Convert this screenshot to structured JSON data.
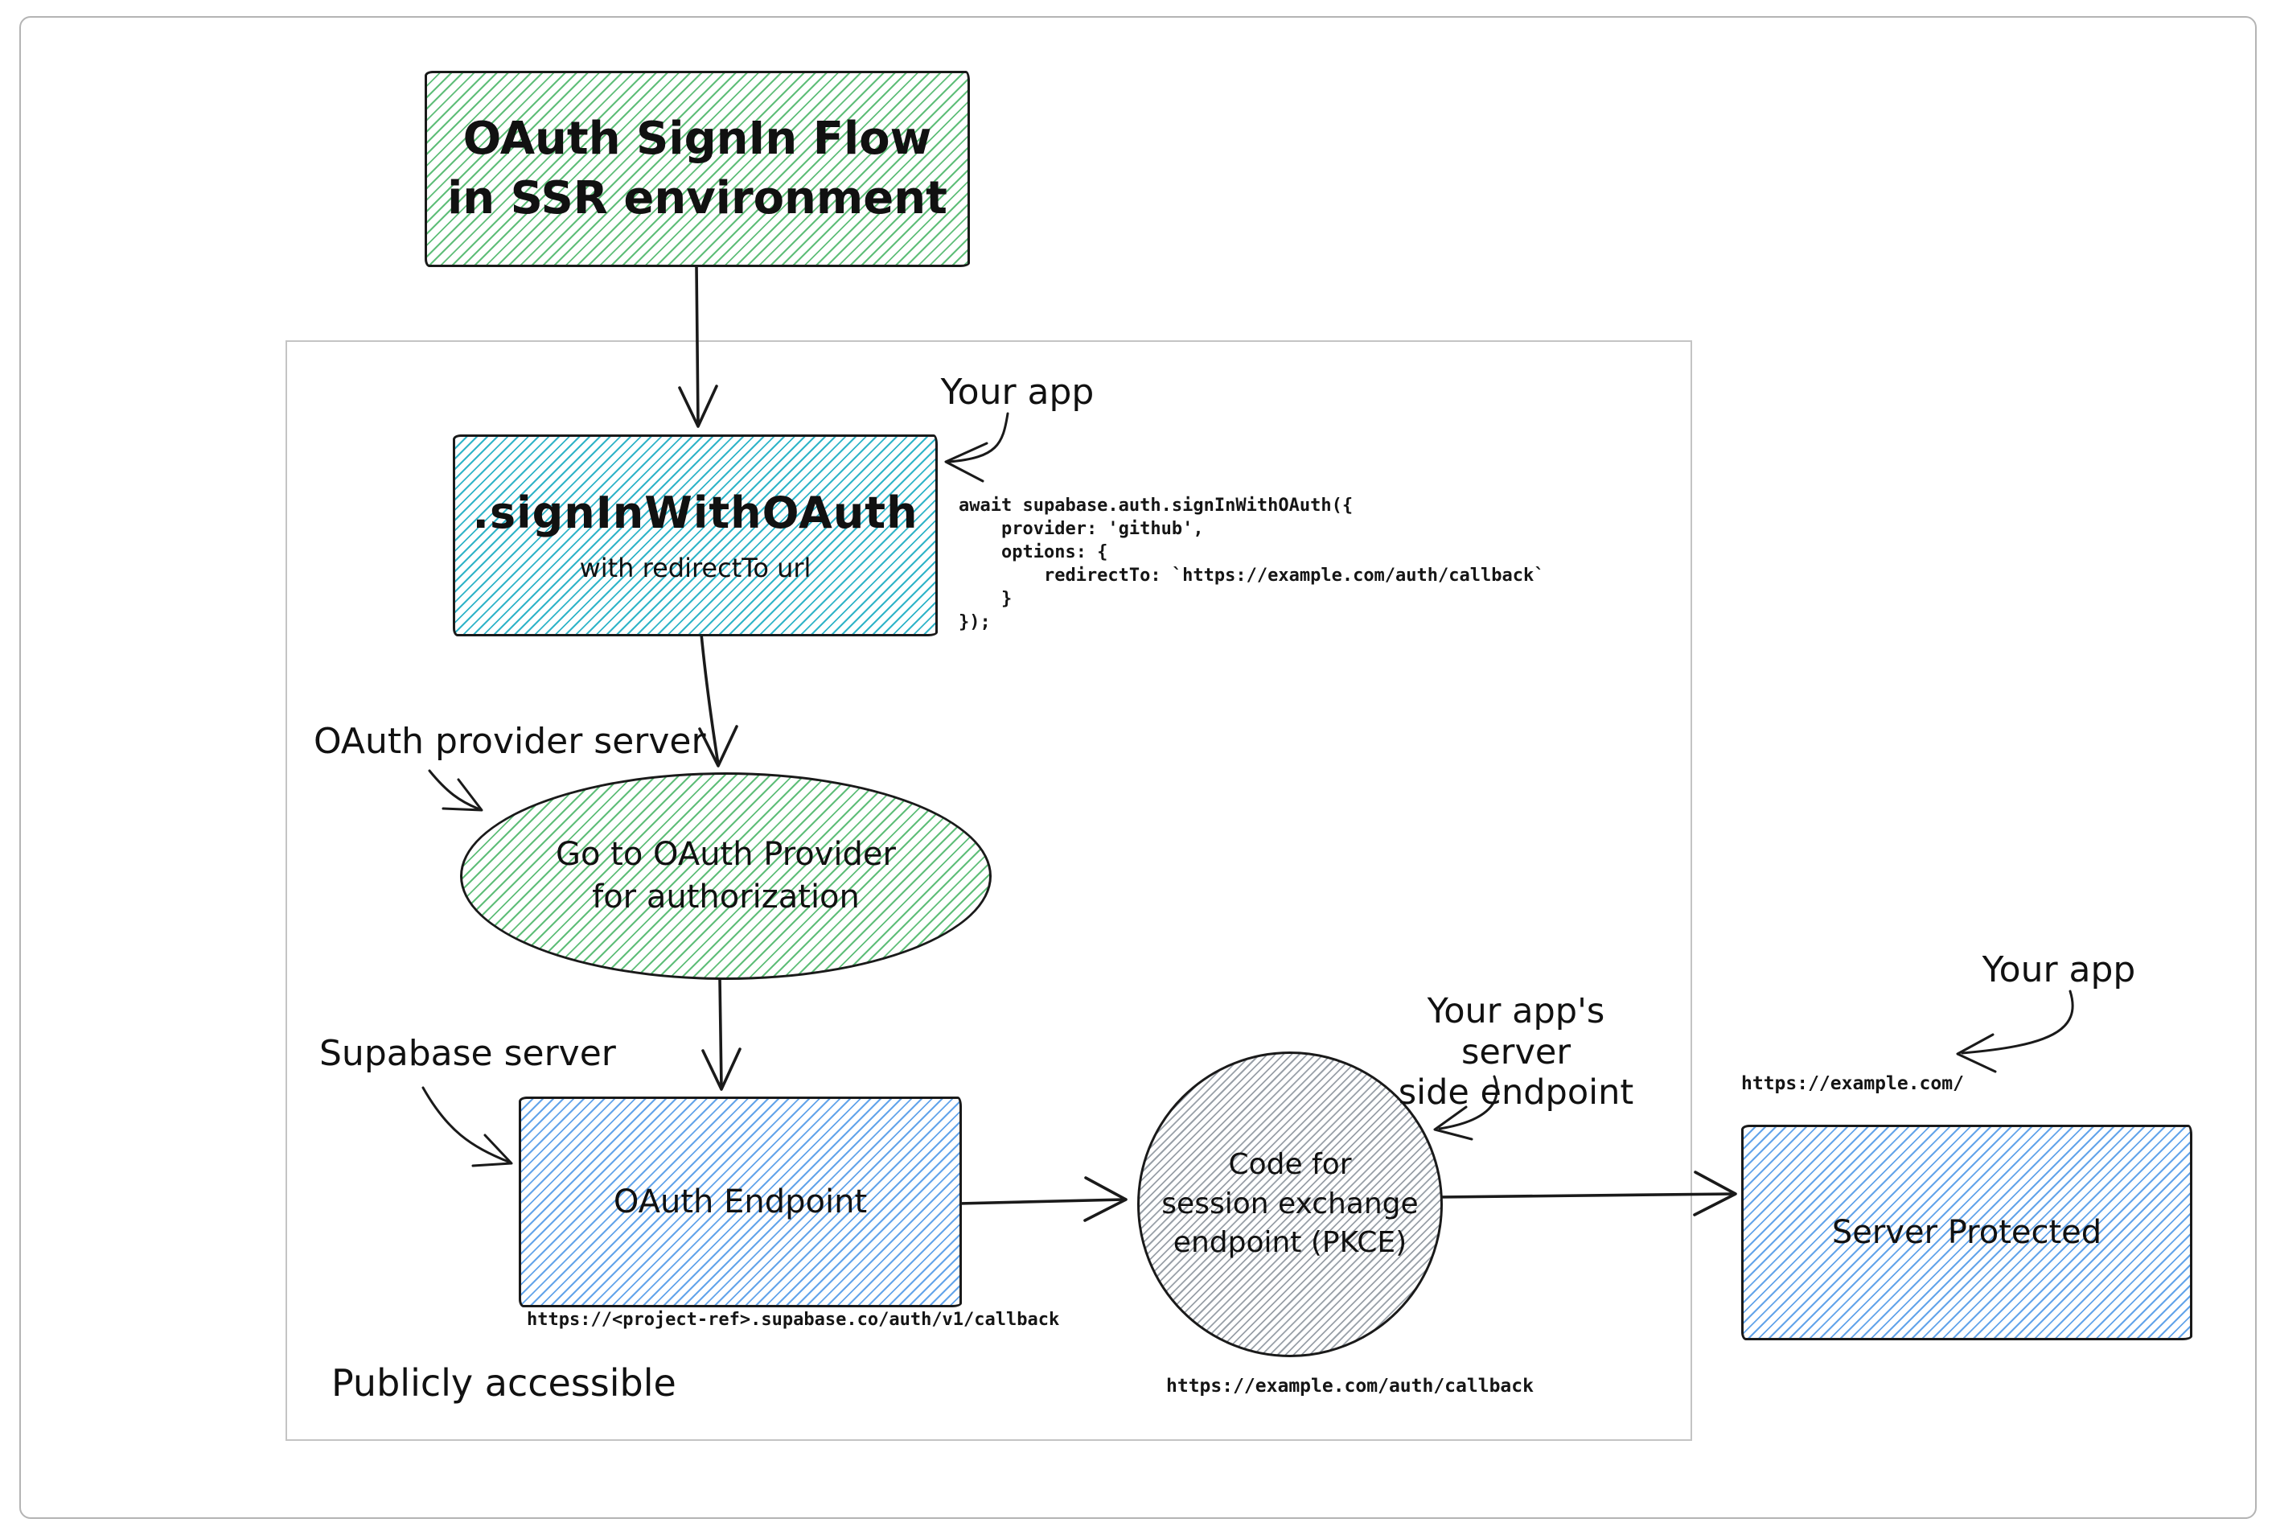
{
  "colors": {
    "stroke": "#1a1a1a",
    "green_hatch": "#5fbe79",
    "cyan_hatch": "#30b4c8",
    "blue_hatch": "#63a4ea",
    "gray_hatch": "#99a0a8",
    "frame_border": "#c4c4c4",
    "page_border": "#b4b4b4",
    "text": "#111111"
  },
  "title_box": {
    "line1": "OAuth SignIn Flow",
    "line2": "in SSR environment"
  },
  "signin_box": {
    "title": ".signInWithOAuth",
    "subtitle": "with redirectTo url"
  },
  "signin_code": {
    "lines": [
      "await supabase.auth.signInWithOAuth({",
      "    provider: 'github',",
      "    options: {",
      "        redirectTo: `https://example.com/auth/callback`",
      "    }",
      "});"
    ]
  },
  "labels": {
    "your_app_top": "Your app",
    "oauth_provider_server": "OAuth provider server",
    "supabase_server": "Supabase server",
    "app_server_endpoint_line1": "Your app's server",
    "app_server_endpoint_line2": "side endpoint",
    "your_app_right": "Your app",
    "publicly_accessible": "Publicly accessible"
  },
  "provider_ellipse": {
    "line1": "Go to OAuth Provider",
    "line2": "for authorization"
  },
  "endpoint_box": {
    "title": "OAuth Endpoint",
    "url": "https://<project-ref>.supabase.co/auth/v1/callback"
  },
  "pkce_circle": {
    "line1": "Code for",
    "line2": "session exchange",
    "line3": "endpoint (PKCE)",
    "url": "https://example.com/auth/callback"
  },
  "protected_box": {
    "title": "Server Protected",
    "url": "https://example.com/"
  }
}
